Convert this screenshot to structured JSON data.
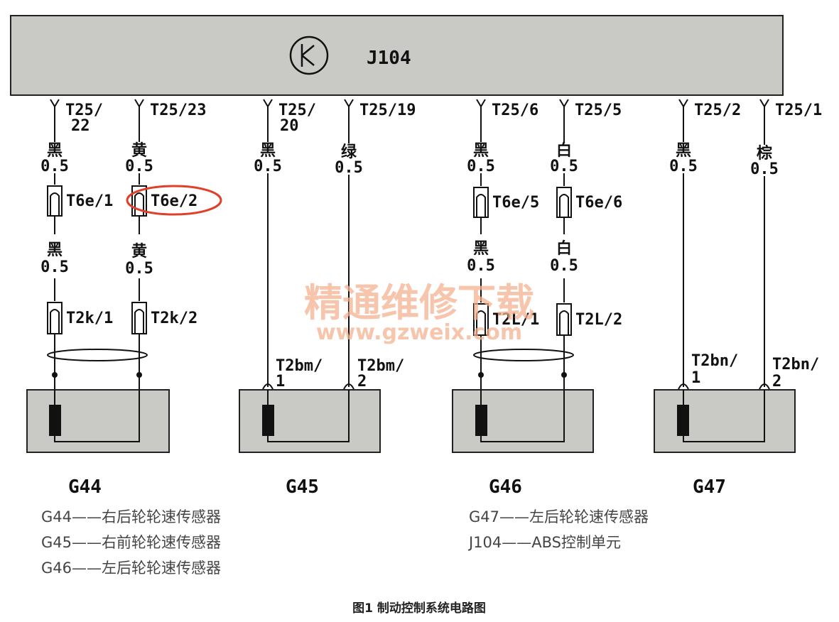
{
  "controller": {
    "label": "J104"
  },
  "pins": {
    "t25_22": [
      "T25/",
      "22"
    ],
    "t25_23": "T25/23",
    "t25_20": [
      "T25/",
      "20"
    ],
    "t25_19": "T25/19",
    "t25_6": "T25/6",
    "t25_5": "T25/5",
    "t25_2": "T25/2",
    "t25_1": "T25/1",
    "t6e_1": "T6e/1",
    "t6e_2": "T6e/2",
    "t6e_5": "T6e/5",
    "t6e_6": "T6e/6",
    "t2k_1": "T2k/1",
    "t2k_2": "T2k/2",
    "t2l_1": "T2L/1",
    "t2l_2": "T2L/2",
    "t2bm_1": [
      "T2bm/",
      "1"
    ],
    "t2bm_2": [
      "T2bm/",
      "2"
    ],
    "t2bn_1": [
      "T2bn/",
      "1"
    ],
    "t2bn_2": [
      "T2bn/",
      "2"
    ]
  },
  "wires": {
    "black": "黑",
    "yellow": "黄",
    "green": "绿",
    "white": "白",
    "brown": "棕",
    "gauge": "0.5"
  },
  "sensors": {
    "g44": "G44",
    "g45": "G45",
    "g46": "G46",
    "g47": "G47"
  },
  "legend": {
    "g44": "G44——右后轮轮速传感器",
    "g45": "G45——右前轮轮速传感器",
    "g46": "G46——左后轮轮速传感器",
    "g47": "G47——左后轮轮速传感器",
    "j104": "J104——ABS控制单元"
  },
  "caption": "图1 制动控制系统电路图",
  "watermark": {
    "cn": "精通维修下载",
    "url": "www.gzweix.com"
  },
  "colors": {
    "module_fill": "#c9c9c6",
    "highlight": "#e0402a",
    "watermark": "#f3b28f"
  },
  "icons": [
    "transistor-symbol-icon",
    "connector-icon",
    "sensor-coil-icon"
  ]
}
